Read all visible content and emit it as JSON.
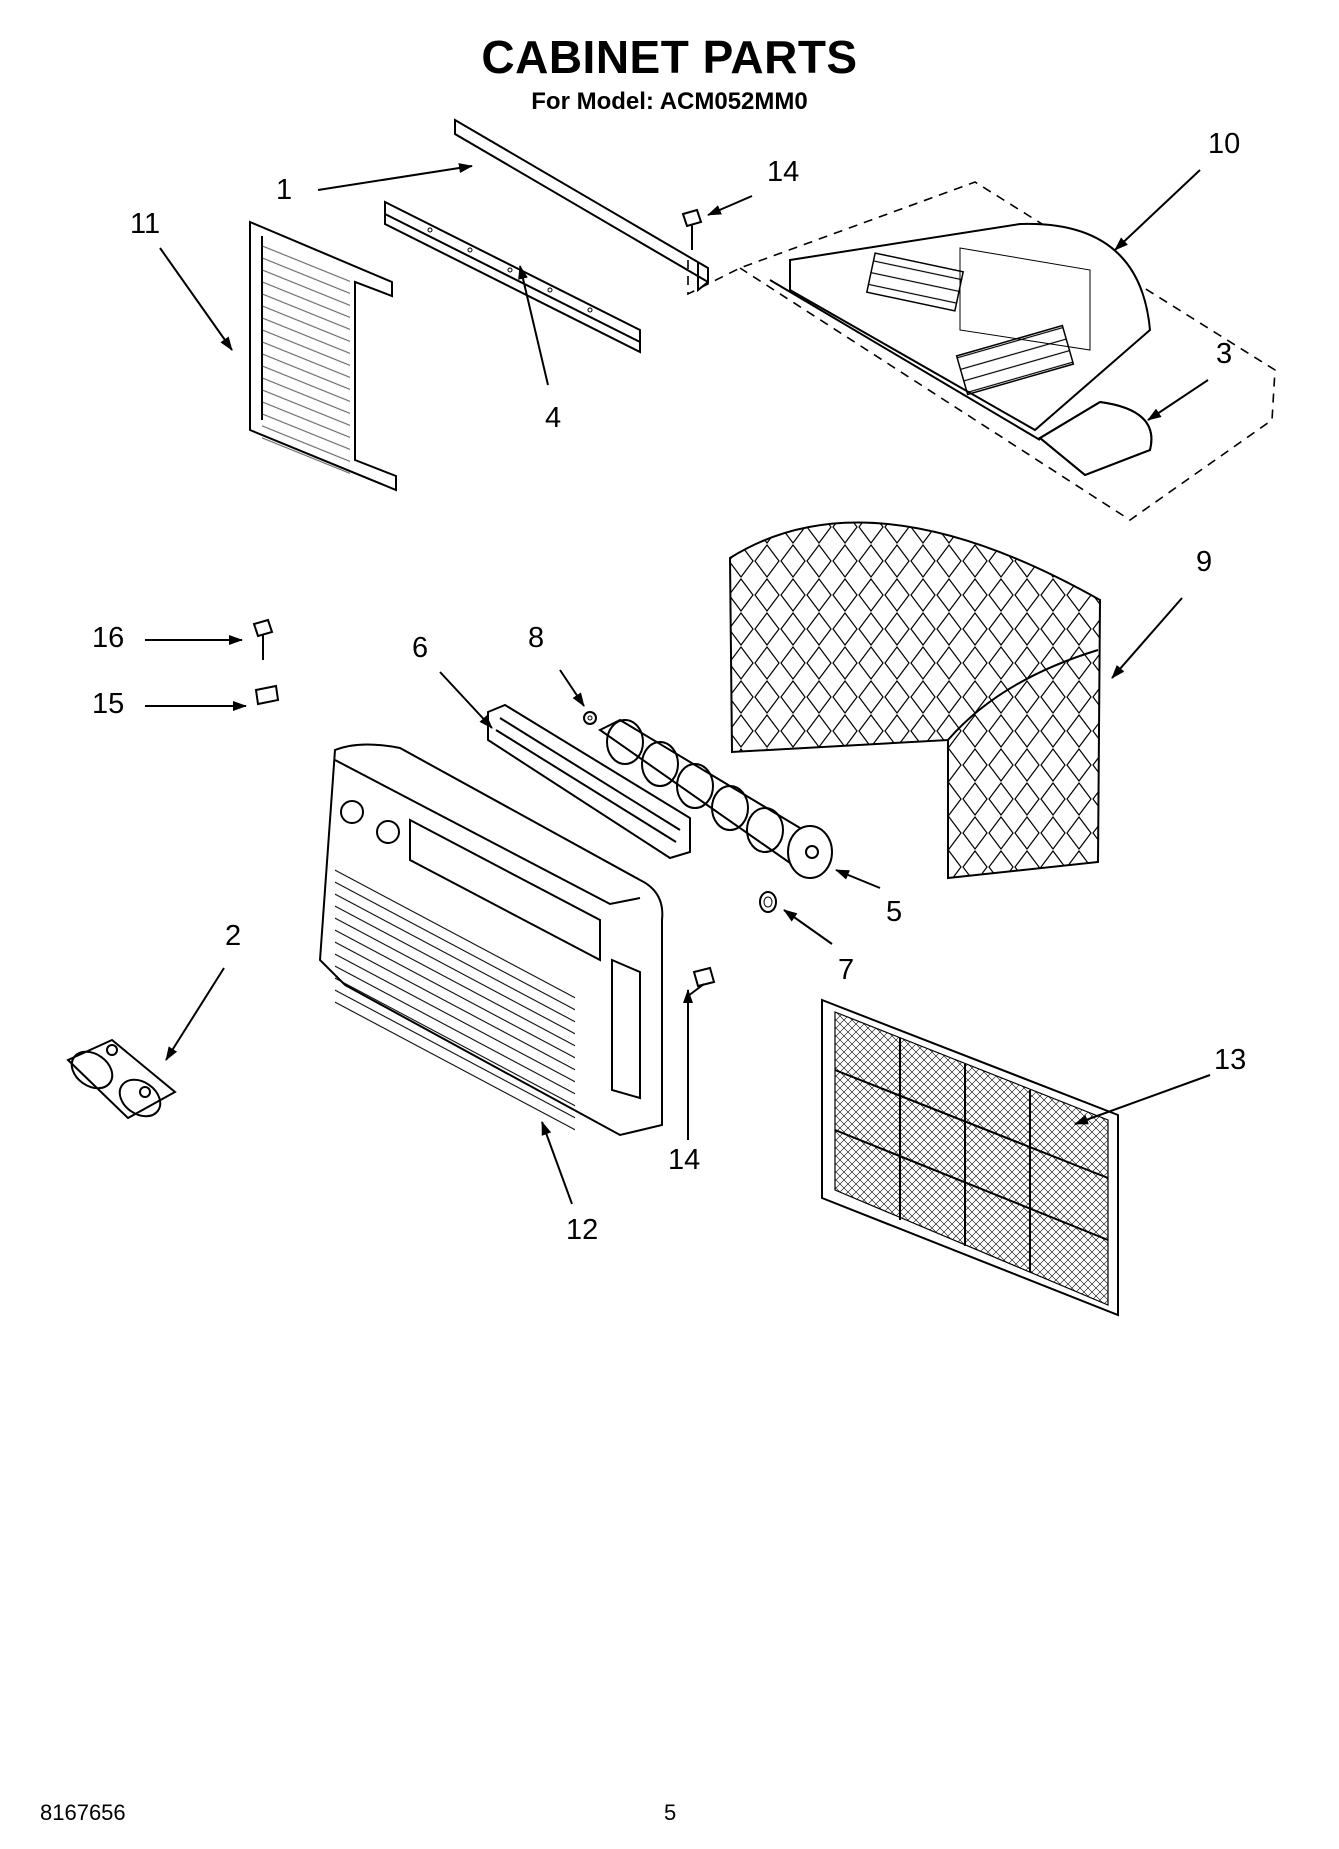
{
  "header": {
    "title": "CABINET PARTS",
    "subtitle": "For Model: ACM052MM0"
  },
  "callouts": {
    "c1": "1",
    "c2": "2",
    "c3": "3",
    "c4": "4",
    "c5": "5",
    "c6": "6",
    "c7": "7",
    "c8": "8",
    "c9": "9",
    "c10": "10",
    "c11": "11",
    "c12": "12",
    "c13": "13",
    "c14_top": "14",
    "c14_bottom": "14",
    "c15": "15",
    "c16": "16"
  },
  "footer": {
    "doc_number": "8167656",
    "page_number": "5"
  }
}
